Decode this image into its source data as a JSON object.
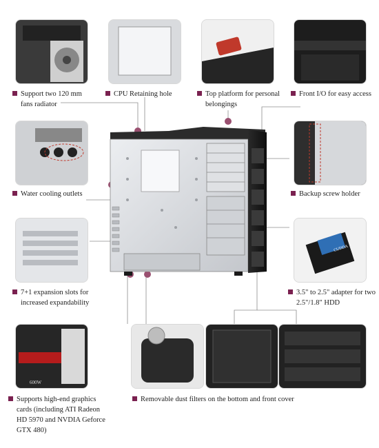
{
  "features": {
    "fans_radiator": {
      "line1": "Support two 120 mm",
      "line2": "fans  radiator"
    },
    "cpu_hole": {
      "line1": "CPU Retaining hole"
    },
    "top_platform": {
      "line1": "Top platform for personal",
      "line2": "belongings"
    },
    "front_io": {
      "line1": "Front I/O for easy access"
    },
    "water_cooling": {
      "line1": "Water cooling outlets"
    },
    "backup_screw": {
      "line1": "Backup screw holder"
    },
    "expansion_slots": {
      "line1": "7+1 expansion slots for",
      "line2": "increased expandability"
    },
    "adapter": {
      "line1": "3.5\" to 2.5\" adapter for two",
      "line2": "2.5\"/1.8\" HDD"
    },
    "graphics": {
      "line1": "Supports high-end graphics",
      "line2": "cards (including ATI Radeon",
      "line3": "HD 5970 and  NVDIA Geforce",
      "line4": "GTX 480)"
    },
    "dust_filters": {
      "line1": "Removable dust filters on the bottom and front cover"
    }
  },
  "photo_labels": {
    "psu_watts": "600W",
    "ssd_brand": "CUDDA"
  },
  "colors": {
    "bullet": "#7a2150",
    "callout_dot": "#9a5070",
    "leader_line": "#8c8c8c",
    "case_black": "#1e1e1e",
    "case_silver": "#d8dade"
  }
}
